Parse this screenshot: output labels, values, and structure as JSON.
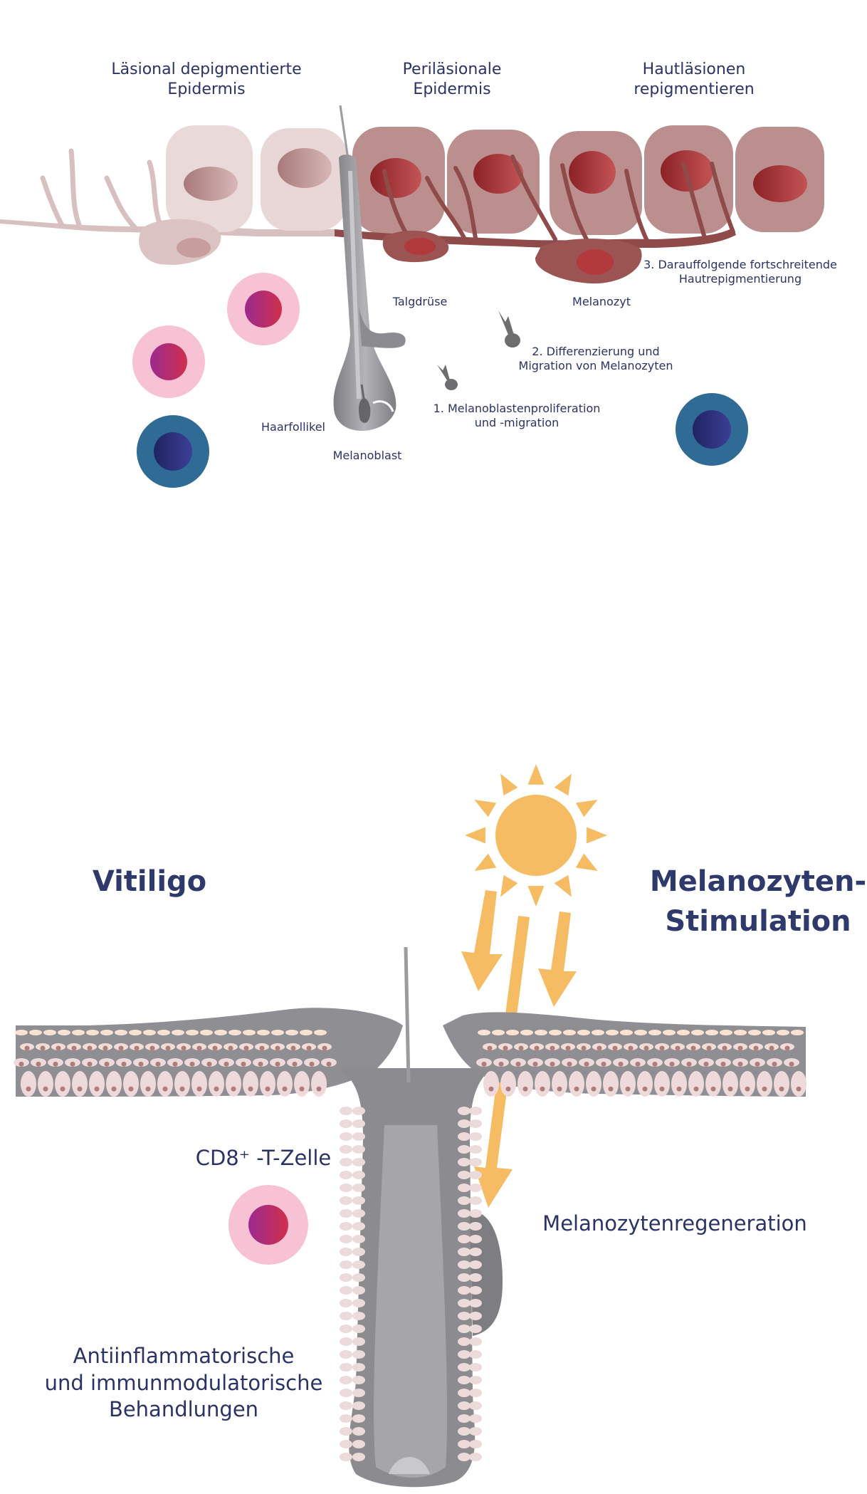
{
  "top": {
    "headers": {
      "lesional": "Läsional depigmentierte\nEpidermis",
      "perilesional": "Periläsionale\nEpidermis",
      "repigment": "Hautläsionen\nrepigmentieren"
    },
    "labels": {
      "talgdruese": "Talgdrüse",
      "melanozyt": "Melanozyt",
      "step3": "3. Darauffolgende fortschreitende\nHautrepigmentierung",
      "step2": "2. Differenzierung und\nMigration von Melanozyten",
      "step1": "1. Melanoblastenproliferation\nund -migration",
      "haarfollikel": "Haarfollikel",
      "melanoblast": "Melanoblast"
    }
  },
  "bottom": {
    "vitiligo": "Vitiligo",
    "stimulation": "Melanozyten-\nStimulation",
    "tcell": "CD8⁺ -T-Zelle",
    "regeneration": "Melanozytenregeneration",
    "treatment": "Antiinflammatorische\nund immunmodulatorische\nBehandlungen"
  },
  "colors": {
    "text": "#2b3366",
    "pale_cell": "#e6d5d5",
    "pigment_cell": "#b98e8c",
    "melanocyte": "#8f4b49",
    "follicle_gray": "#8c8c90",
    "pink_cell": "#f7c3d4",
    "blue_cell": "#2f6b95",
    "sun": "#f5bc63"
  }
}
